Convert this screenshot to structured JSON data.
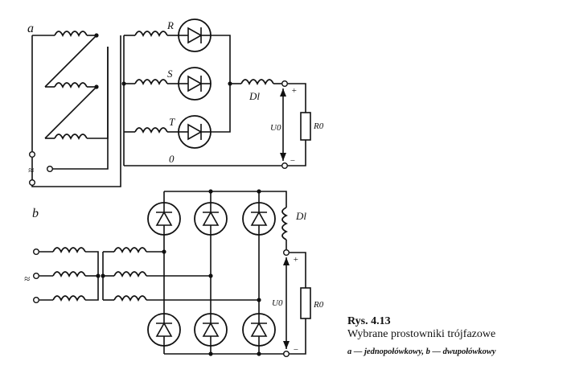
{
  "diagram": {
    "part_a": {
      "label": "a",
      "phases": [
        "R",
        "S",
        "T"
      ],
      "neutral": "0",
      "choke": "Dl",
      "output_voltage": "U0",
      "load": "R0",
      "plus": "+",
      "minus": "−",
      "ac_symbol": "≈"
    },
    "part_b": {
      "label": "b",
      "choke": "Dl",
      "output_voltage": "U0",
      "load": "R0",
      "plus": "+",
      "minus": "−",
      "ac_symbol": "≈"
    },
    "caption": {
      "title": "Rys. 4.13",
      "line": "Wybrane prostowniki trójfazowe",
      "sub": "a — jednopołówkowy, b — dwupołówkowy"
    }
  }
}
